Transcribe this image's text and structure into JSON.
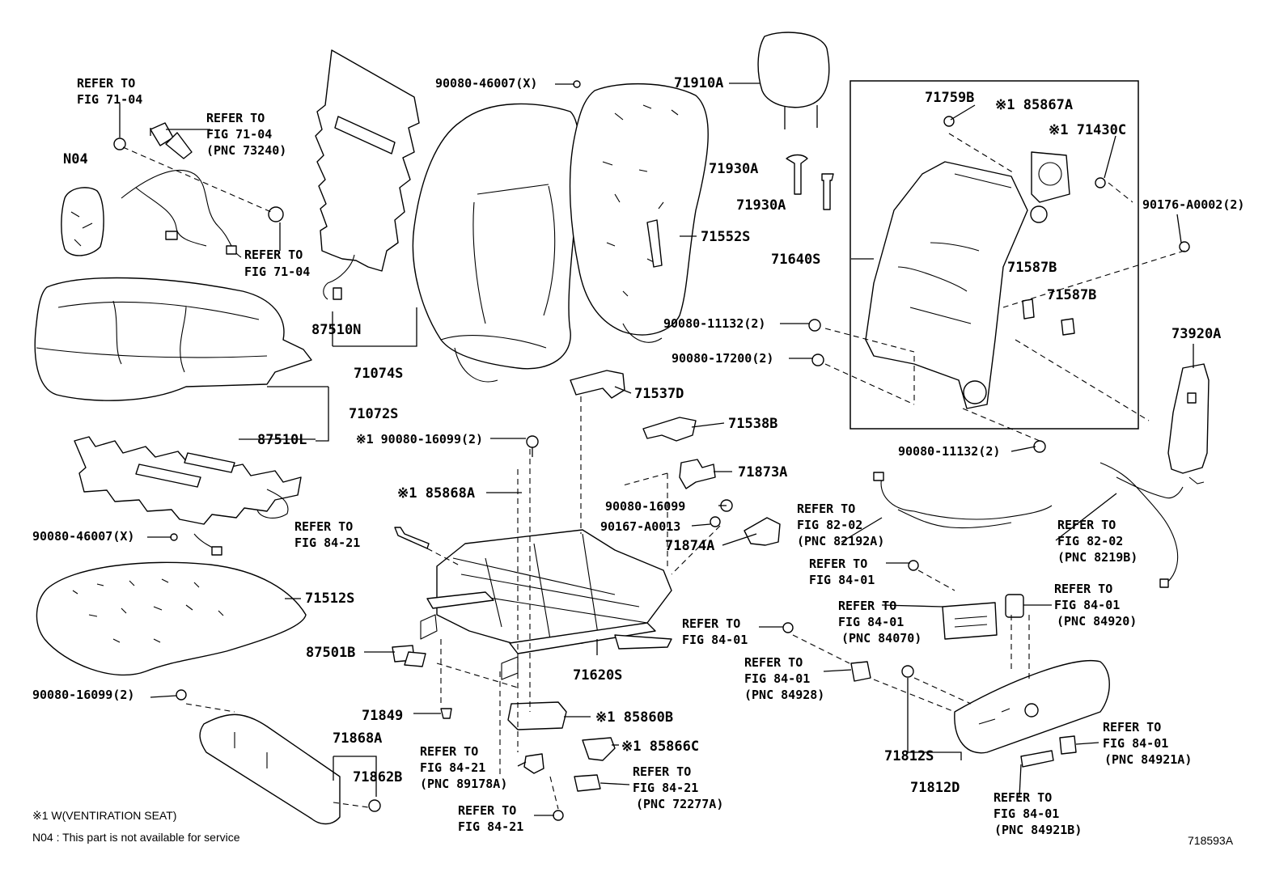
{
  "diagram": {
    "drawing_id": "718593A",
    "labels": {
      "l01": "REFER TO",
      "l02": "FIG 71-04",
      "l03": "REFER TO",
      "l04": "FIG 71-04",
      "l05": "(PNC 73240)",
      "l06": "N04",
      "l07": "REFER TO",
      "l08": "FIG 71-04",
      "l09": "90080-46007(X)",
      "l10": "71910A",
      "l11": "71759B",
      "l12": "※1 85867A",
      "l13": "※1 71430C",
      "l14": "71930A",
      "l15": "71930A",
      "l16": "90176-A0002(2)",
      "l17": "71552S",
      "l18": "71640S",
      "l19": "87510N",
      "l20": "71587B",
      "l21": "71587B",
      "l22": "90080-11132(2)",
      "l23": "90080-17200(2)",
      "l24": "71074S",
      "l25": "73920A",
      "l26": "71537D",
      "l27": "71072S",
      "l28": "71538B",
      "l29": "87510L",
      "l30": "※1 90080-16099(2)",
      "l31": "90080-11132(2)",
      "l32": "71873A",
      "l33": "※1 85868A",
      "l34": "90080-16099",
      "l35": "REFER TO",
      "l36": "FIG 82-02",
      "l37": "(PNC 82192A)",
      "l38": "REFER TO",
      "l39": "FIG 84-21",
      "l40": "90167-A0013",
      "l41": "71874A",
      "l42": "REFER TO",
      "l43": "FIG 82-02",
      "l44": "(PNC 8219B)",
      "l45": "90080-46007(X)",
      "l46": "REFER TO",
      "l47": "FIG 84-01",
      "l48": "71512S",
      "l49": "REFER TO",
      "l50": "FIG 84-01",
      "l51": "(PNC 84070)",
      "l52": "REFER TO",
      "l53": "FIG 84-01",
      "l54": "(PNC 84920)",
      "l55": "REFER TO",
      "l56": "FIG 84-01",
      "l57": "87501B",
      "l58": "71620S",
      "l59": "REFER TO",
      "l60": "FIG 84-01",
      "l61": "(PNC 84928)",
      "l62": "90080-16099(2)",
      "l63": "71849",
      "l64": "※1 85860B",
      "l65": "71868A",
      "l66": "※1 85866C",
      "l67": "71812S",
      "l68": "REFER TO",
      "l69": "FIG 84-01",
      "l70": "(PNC 84921A)",
      "l71": "REFER TO",
      "l72": "FIG 84-21",
      "l73": "(PNC 89178A)",
      "l74": "71862B",
      "l75": "REFER TO",
      "l76": "FIG 84-21",
      "l77": "(PNC 72277A)",
      "l78": "71812D",
      "l79": "REFER TO",
      "l80": "FIG 84-21",
      "l81": "REFER TO",
      "l82": "FIG 84-01",
      "l83": "(PNC 84921B)"
    },
    "notes": {
      "note1": "※1  W(VENTIRATION  SEAT)",
      "note2": "N04 : This part is not available for service"
    }
  }
}
